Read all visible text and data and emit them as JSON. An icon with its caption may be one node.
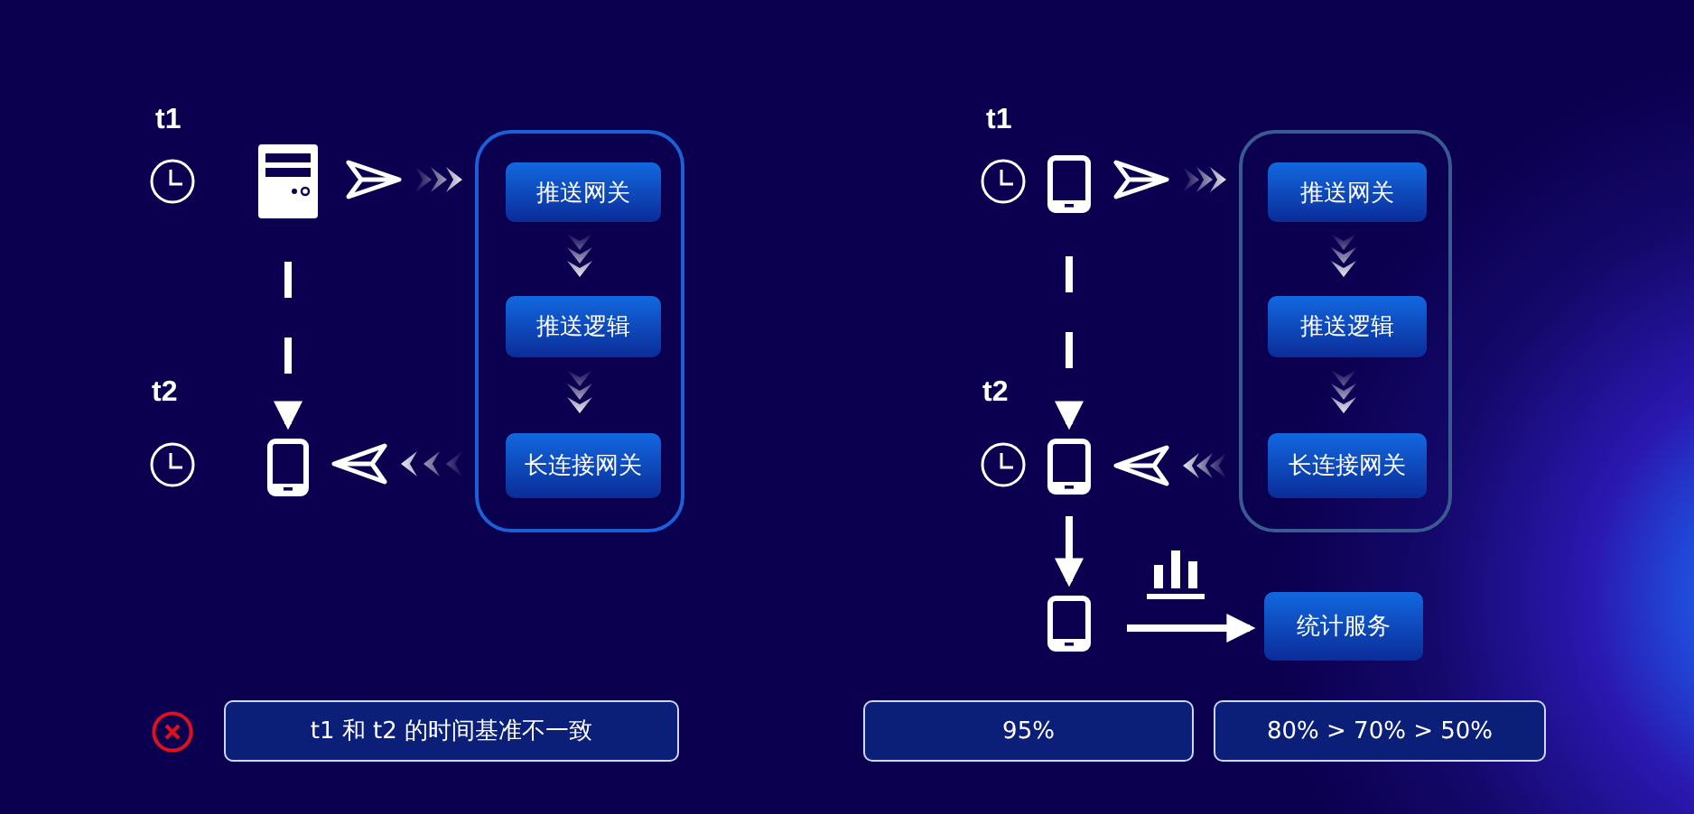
{
  "diagram": {
    "nodes": [
      {
        "text": [],
        "shape": "box"
      },
      {
        "text": [
          "推送网关"
        ],
        "in": 0
      },
      {
        "text": [
          "推送逻辑"
        ],
        "in": 0
      },
      {
        "text": [
          "长连接网关"
        ],
        "in": 0
      },
      {
        "text": [],
        "shape": "picture"
      },
      {
        "text": [],
        "shape": "picture"
      },
      {
        "text": [],
        "shape": "picture"
      },
      {
        "text": [],
        "shape": "picture"
      },
      {
        "text": [],
        "shape": "box"
      },
      {
        "text": [
          "推送网关"
        ],
        "in": 8
      },
      {
        "text": [
          "推送逻辑"
        ],
        "in": 8
      },
      {
        "text": [
          "长连接网关"
        ],
        "in": 8
      },
      {
        "text": [],
        "shape": "picture"
      },
      {
        "text": [],
        "shape": "picture"
      },
      {
        "text": [],
        "shape": "picture"
      },
      {
        "text": [],
        "shape": "picture"
      },
      {
        "text": [],
        "shape": "picture"
      },
      {
        "text": [
          "统计服务"
        ]
      },
      {
        "text": [
          "t1 和 t2 的时间基准不一致"
        ]
      },
      {
        "text": [
          "95%"
        ]
      },
      {
        "text": [
          "80% > 70% > 50%"
        ]
      }
    ],
    "edges": [
      {
        "from": 5,
        "to": 0,
        "arrow": "to"
      },
      {
        "from": 1,
        "to": 2,
        "arrow": "to"
      },
      {
        "from": 2,
        "to": 3,
        "arrow": "to"
      },
      {
        "from": 0,
        "to": 7,
        "arrow": "to"
      },
      {
        "from": 4,
        "to": 6,
        "arrow": "to",
        "style": "dashed"
      },
      {
        "from": 13,
        "to": 8,
        "arrow": "to"
      },
      {
        "from": 9,
        "to": 10,
        "arrow": "to"
      },
      {
        "from": 10,
        "to": 11,
        "arrow": "to"
      },
      {
        "from": 8,
        "to": 15,
        "arrow": "to"
      },
      {
        "from": 12,
        "to": 14,
        "arrow": "to",
        "style": "dashed"
      },
      {
        "from": 14,
        "to": 16,
        "arrow": "to"
      },
      {
        "from": 16,
        "to": 17,
        "arrow": "to"
      }
    ],
    "labels": [
      "t1",
      "t2",
      "t1",
      "t2"
    ]
  }
}
